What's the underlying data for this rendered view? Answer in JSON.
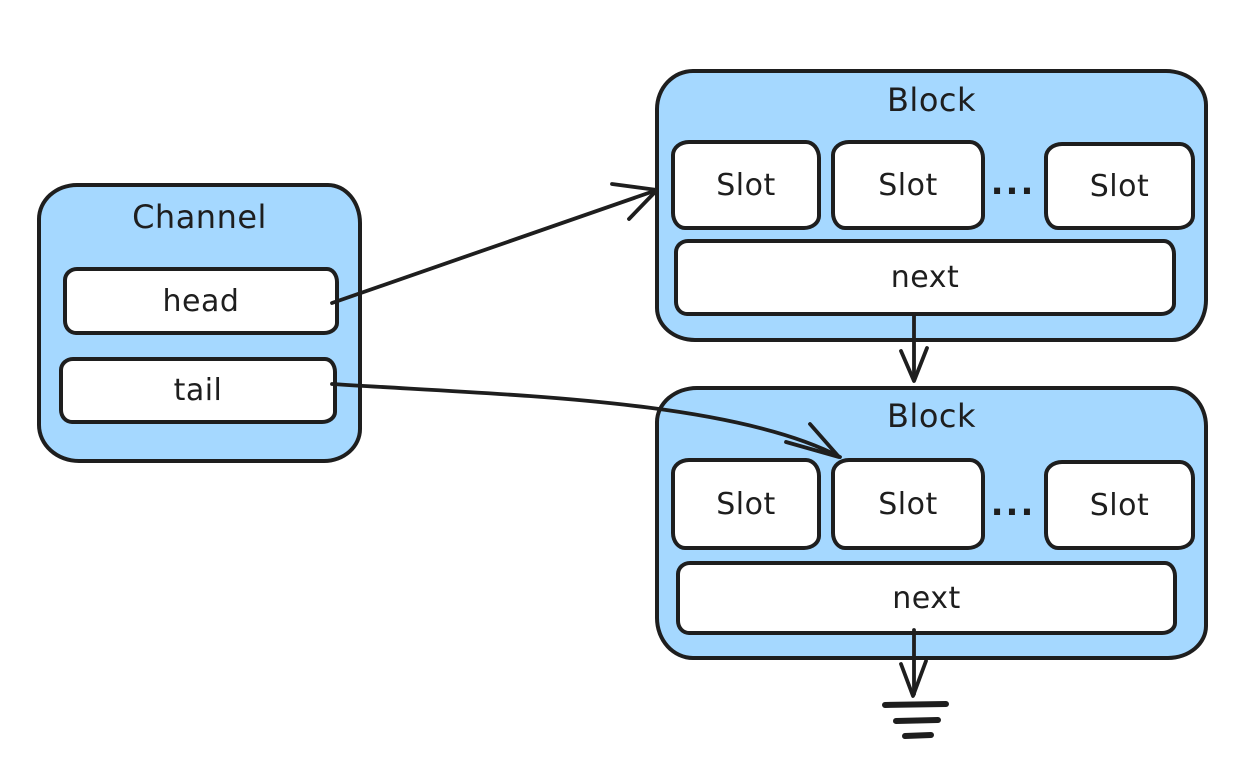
{
  "colors": {
    "background": "#ffffff",
    "stroke": "#1e1e1e",
    "node_fill": "#a5d8ff",
    "field_fill": "#ffffff"
  },
  "channel": {
    "title": "Channel",
    "fields": [
      {
        "label": "head"
      },
      {
        "label": "tail"
      }
    ]
  },
  "blocks": [
    {
      "title": "Block",
      "slots": [
        "Slot",
        "Slot",
        "Slot"
      ],
      "ellipsis": "...",
      "next": "next"
    },
    {
      "title": "Block",
      "slots": [
        "Slot",
        "Slot",
        "Slot"
      ],
      "ellipsis": "...",
      "next": "next"
    }
  ],
  "edges": [
    {
      "from": "channel.head",
      "to": "block-1.slot-1",
      "style": "arrow"
    },
    {
      "from": "channel.tail",
      "to": "block-2.slot-2",
      "style": "arrow"
    },
    {
      "from": "block-1.next",
      "to": "block-2",
      "style": "arrow"
    },
    {
      "from": "block-2.next",
      "to": "ground",
      "style": "arrow-to-ground"
    }
  ]
}
